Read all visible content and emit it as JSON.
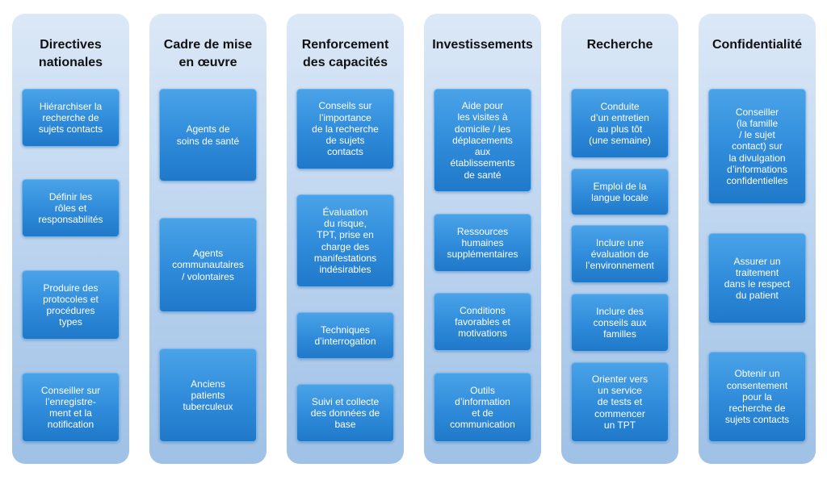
{
  "columns": [
    {
      "title": "Directives\nnationales",
      "boxes": [
        "Hiérarchiser la\nrecherche de\nsujets contacts",
        "Définir les\nrôles et\nresponsabilités",
        "Produire des\nprotocoles et\nprocédures\ntypes",
        "Conseiller sur\nl’enregistre-\nment et la\nnotification"
      ]
    },
    {
      "title": "Cadre de mise\nen œuvre",
      "boxes": [
        "Agents de\nsoins de santé",
        "Agents\ncommunautaires\n/ volontaires",
        "Anciens\npatients\ntuberculeux"
      ]
    },
    {
      "title": "Renforcement\ndes capacités",
      "boxes": [
        "Conseils sur\nl’importance\nde la recherche\nde sujets\ncontacts",
        "Évaluation\ndu risque,\nTPT, prise en\ncharge des\nmanifestations\nindésirables",
        "Techniques\nd’interrogation",
        "Suivi et collecte\ndes données de\nbase"
      ]
    },
    {
      "title": "Investissements",
      "boxes": [
        "Aide pour\nles visites à\ndomicile / les\ndéplacements\naux\nétablissements\nde santé",
        "Ressources\nhumaines\nsupplémentaires",
        "Conditions\nfavorables et\nmotivations",
        "Outils\nd’information\net de\ncommunication"
      ]
    },
    {
      "title": "Recherche",
      "boxes": [
        "Conduite\nd’un entretien\nau plus tôt\n(une semaine)",
        "Emploi de la\nlangue locale",
        "Inclure une\névaluation de\nl’environnement",
        "Inclure des\nconseils aux\nfamilles",
        "Orienter vers\nun service\nde tests et\ncommencer\nun TPT"
      ]
    },
    {
      "title": "Confidentialité",
      "boxes": [
        "Conseiller\n(la famille\n/ le sujet\ncontact) sur\nla divulgation\nd’informations\nconfidentielles",
        "Assurer un\ntraitement\ndans le respect\ndu patient",
        "Obtenir un\nconsentement\npour la\nrecherche de\nsujets contacts"
      ]
    }
  ]
}
